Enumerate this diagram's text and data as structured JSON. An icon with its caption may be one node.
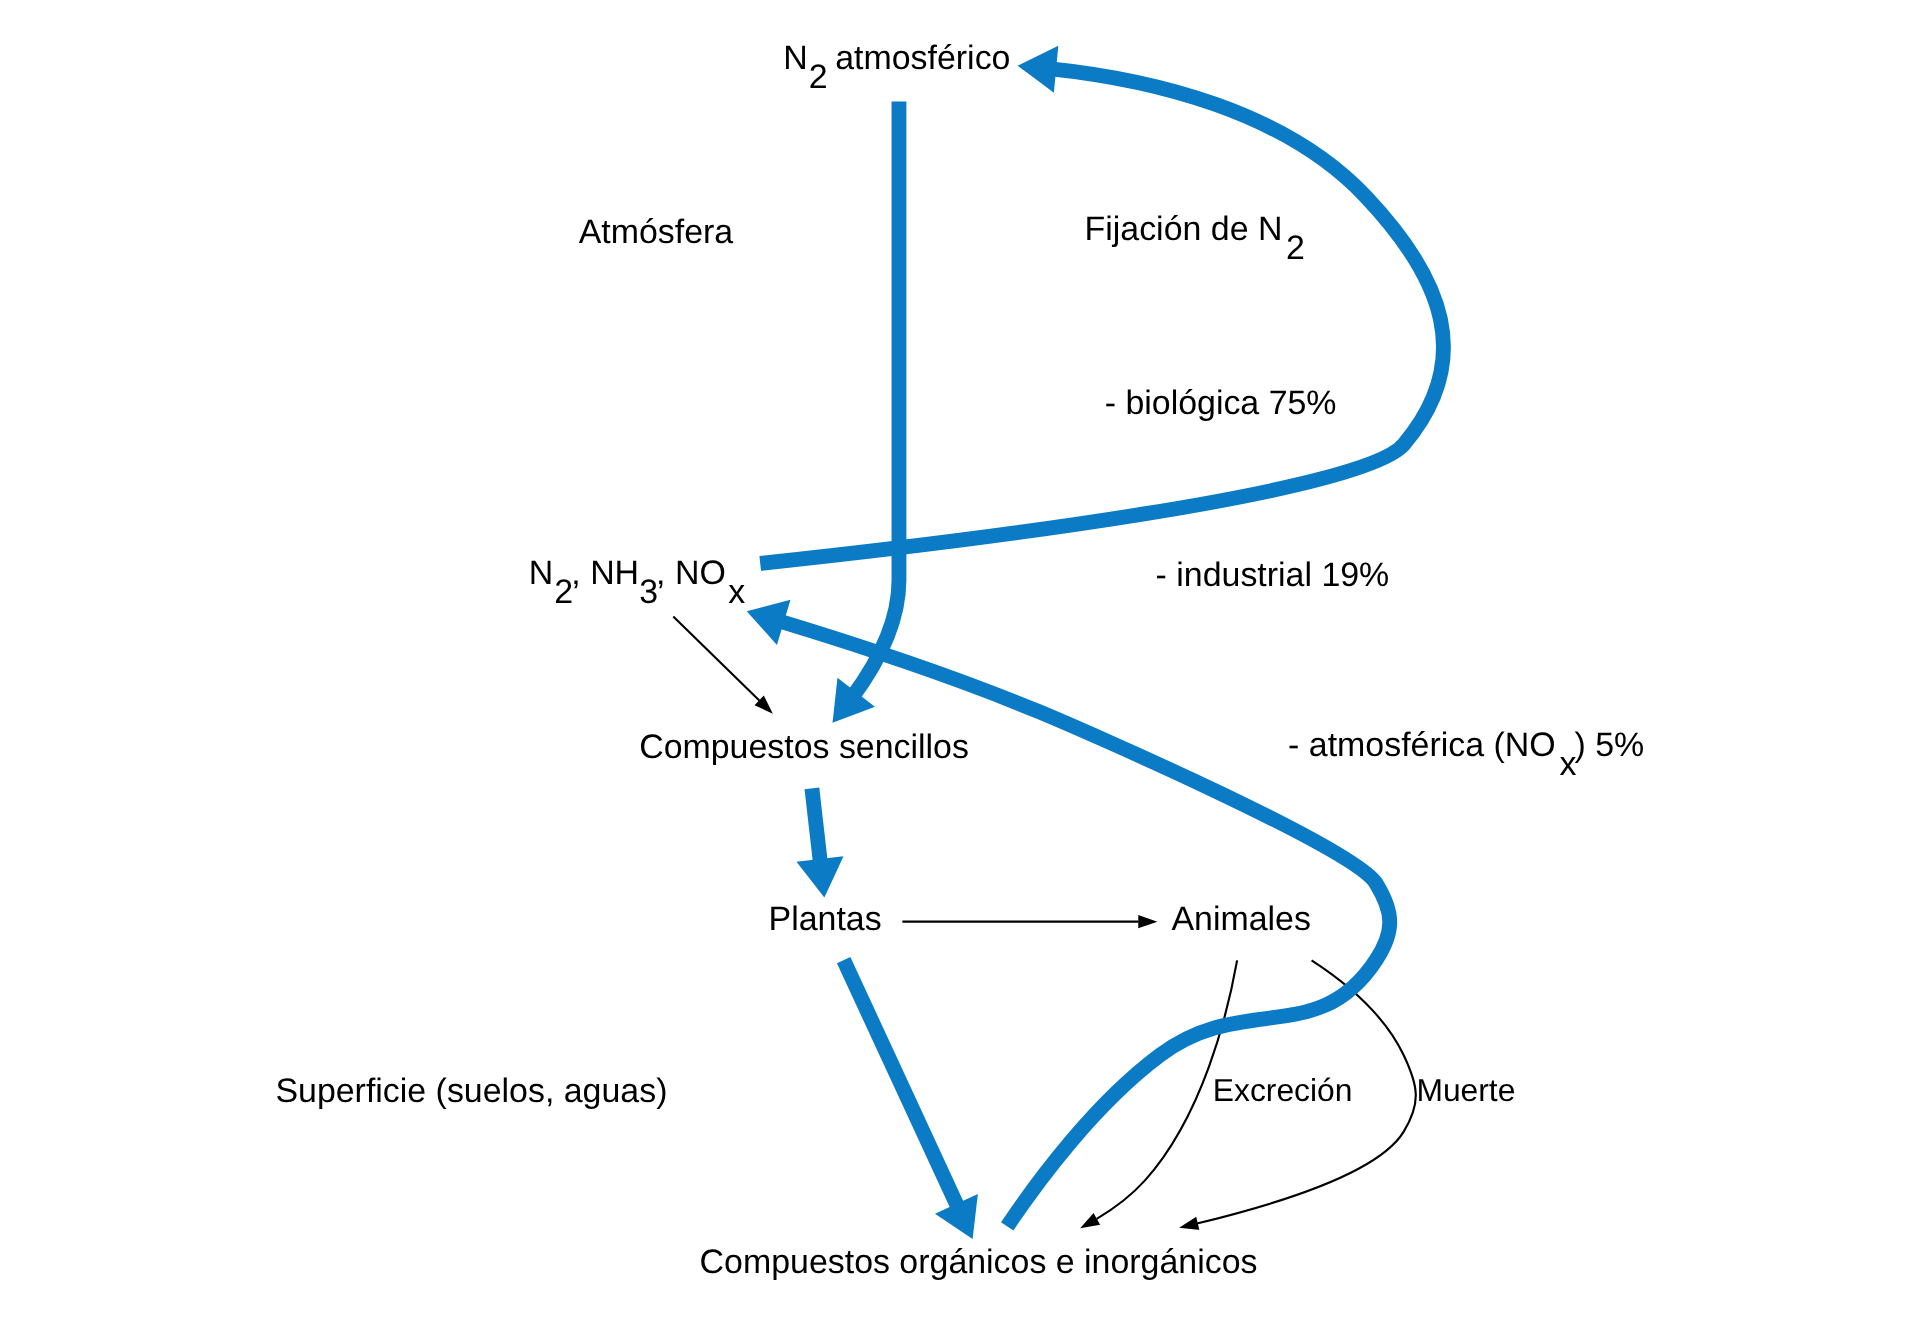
{
  "diagram": {
    "nodes": [
      {
        "text": [
          "N$_{2}$ atmosférico"
        ]
      },
      {
        "text": [
          "N$_{2}$, NH$_{3}$, NO$_{x}$"
        ]
      },
      {
        "text": [
          "Compuestos sencillos"
        ]
      },
      {
        "text": [
          "Plantas"
        ]
      },
      {
        "text": [
          "Animales"
        ]
      },
      {
        "text": [
          "Compuestos orgánicos e inorgánicos"
        ]
      }
    ],
    "edges": [
      {
        "from": 1,
        "to": 0,
        "arrow": "to"
      },
      {
        "from": 0,
        "to": 2,
        "arrow": "to"
      },
      {
        "from": 1,
        "to": 2,
        "arrow": "to",
        "color": "#000000"
      },
      {
        "from": 2,
        "to": 3,
        "arrow": "to"
      },
      {
        "from": 3,
        "to": 4,
        "arrow": "to",
        "color": "#000000"
      },
      {
        "from": 3,
        "to": 5,
        "arrow": "to"
      },
      {
        "from": 4,
        "to": 5,
        "label": "Muerte",
        "arrow": "to",
        "color": "#000000"
      },
      {
        "from": 4,
        "to": 5,
        "label": "Excreción",
        "arrow": "to",
        "color": "#000000"
      },
      {
        "from": 5,
        "to": 1,
        "arrow": "to"
      }
    ],
    "labels": [
      "Atmósfera",
      "Fijación de N$_{2}$",
      "- biológica 75%",
      "- industrial 19%",
      "- atmosférica (NO$_{x}$) 5%",
      "Superficie (suelos, aguas)"
    ]
  }
}
